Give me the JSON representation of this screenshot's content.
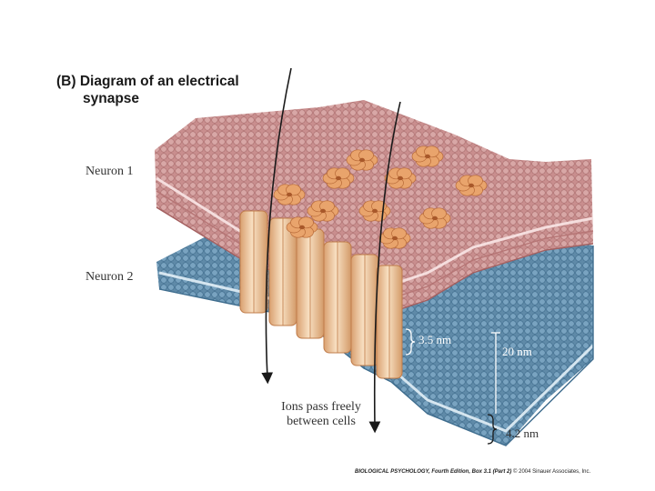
{
  "figure": {
    "title_line1": "(B)  Diagram of an electrical",
    "title_line2": "synapse",
    "labels": {
      "neuron1": "Neuron 1",
      "neuron2": "Neuron 2",
      "ions_line1": "Ions pass freely",
      "ions_line2": "between cells",
      "gap": "3.5 nm",
      "width": "20 nm",
      "membrane": "4.2 nm"
    },
    "credit_book": "BIOLOGICAL PSYCHOLOGY, Fourth Edition, Box 3.1 (Part 2)",
    "credit_copyright": "© 2004 Sinauer Associates, Inc."
  },
  "colors": {
    "neuron1_membrane": "#c98e8e",
    "neuron1_dark": "#b67575",
    "neuron2_membrane": "#5f8aa8",
    "neuron2_dark": "#3f6d8e",
    "connexon": "#f0c89e",
    "connexon_top": "#e9a46c",
    "arrow": "#1a1a1a"
  }
}
